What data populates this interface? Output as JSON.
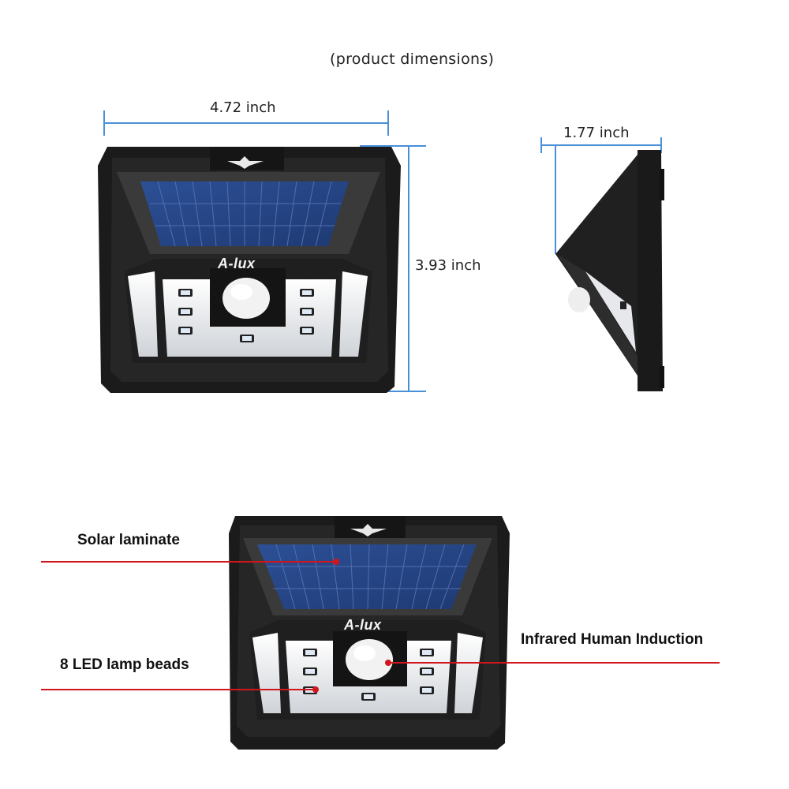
{
  "header": {
    "caption": "(product dimensions)"
  },
  "dimensions": {
    "width_label": "4.72 inch",
    "height_label": "3.93 inch",
    "depth_label": "1.77 inch"
  },
  "product": {
    "brand": "A-lux"
  },
  "callouts": {
    "solar": "Solar laminate",
    "leds": "8 LED lamp beads",
    "sensor": "Infrared Human Induction"
  },
  "colors": {
    "dimension_line": "#4a90d9",
    "callout_line": "#d0161b",
    "body": "#1a1a1a",
    "panel": "#2a4a8a"
  }
}
